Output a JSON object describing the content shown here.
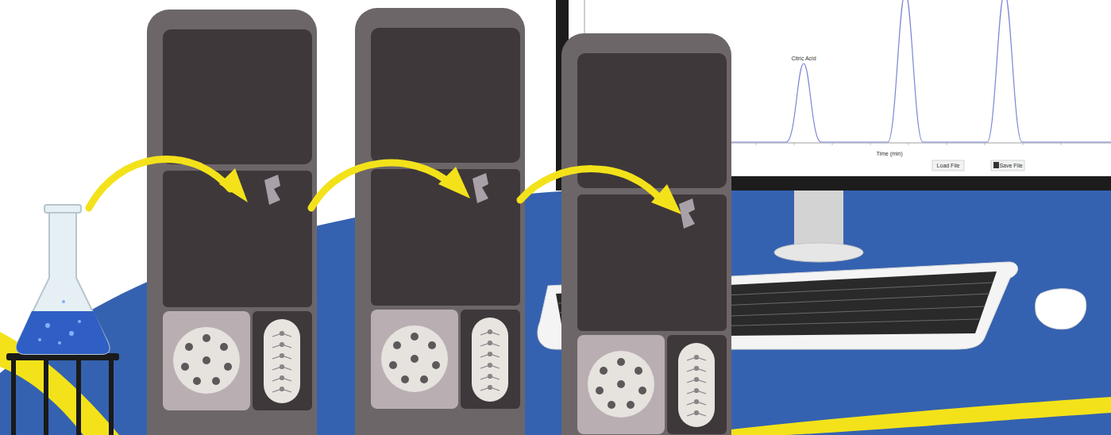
{
  "diagram": {
    "labels": [
      "Citric Acid",
      "Time (min)",
      "Load File",
      "Save File"
    ]
  }
}
